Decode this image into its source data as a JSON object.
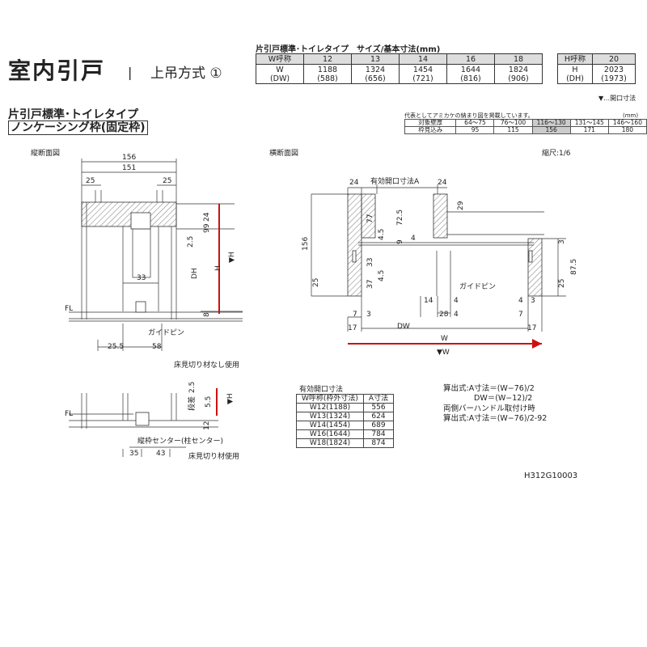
{
  "header": {
    "title": "室内引戸",
    "separator": "|",
    "subtitle": "上吊方式 ①",
    "spec_title": "片引戸標準･トイレタイプ　サイズ/基本寸法(mm)"
  },
  "size_table": {
    "w_header": "W呼称",
    "w_codes": [
      "12",
      "13",
      "14",
      "16",
      "18"
    ],
    "w_label": "W\n(DW)",
    "w_values": [
      "1188\n(588)",
      "1324\n(656)",
      "1454\n(721)",
      "1644\n(816)",
      "1824\n(906)"
    ],
    "h_header": "H呼称",
    "h_code": "20",
    "h_label": "H\n(DH)",
    "h_value": "2023\n(1973)"
  },
  "product": {
    "type": "片引戸標準･トイレタイプ",
    "frame": "ノンケーシング枠(固定枠)"
  },
  "notes": {
    "opening_note": "▼…開口寸法",
    "wall_note": "代表としてアミカケの納まり図を掲載しています。",
    "unit": "(mm)",
    "scale": "縮尺:1/6",
    "code": "H312G10003"
  },
  "wall_table": {
    "row1_label": "対象壁厚",
    "row1": [
      "64～75",
      "76～100",
      "116～130",
      "131～145",
      "146～160"
    ],
    "row2_label": "枠見込み",
    "row2": [
      "95",
      "115",
      "156",
      "171",
      "180"
    ],
    "highlight_index": 2
  },
  "section_labels": {
    "vertical": "縦断面図",
    "horizontal": "横断面図",
    "no_floor_trim": "床見切り材なし使用",
    "with_floor_trim": "床見切り材使用",
    "guide_pin": "ガイドピン",
    "fl": "FL",
    "frame_center": "縦枠センター(柱センター)",
    "step": "段差",
    "effective_a": "有効開口寸法A"
  },
  "dims": {
    "v156": "156",
    "v151": "151",
    "v25a": "25",
    "v25b": "25",
    "v24": "24",
    "v99": "99",
    "v2_5": "2.5",
    "vH": "H",
    "vDH": "DH",
    "vH_open": "▼H",
    "v33": "33",
    "v8": "8",
    "v25_5": "25.5",
    "v58": "58",
    "h24a": "24",
    "h24b": "24",
    "h156": "156",
    "h77": "77",
    "h72_5": "72.5",
    "h4_5a": "4.5",
    "h9": "9",
    "h4": "4",
    "h33": "33",
    "h37": "37",
    "h4_5b": "4.5",
    "h25a": "25",
    "h29": "29",
    "h3a": "3",
    "h87_5": "87.5",
    "h25b": "25",
    "h7a": "7",
    "h3b": "3",
    "h17a": "17",
    "h14": "14",
    "h4b": "4",
    "h28": "28",
    "h4c": "4",
    "h4d": "4",
    "h3c": "3",
    "h7b": "7",
    "h17b": "17",
    "hDW": "DW",
    "hW": "W",
    "hW_open": "▼W",
    "b2_5": "2.5",
    "b5_5": "5.5",
    "bH": "▼H",
    "b12": "12",
    "b35": "35",
    "b43": "43"
  },
  "effective_opening": {
    "title": "有効開口寸法",
    "headers": [
      "W呼称(枠外寸法)",
      "A寸法"
    ],
    "rows": [
      [
        "W12(1188)",
        "556"
      ],
      [
        "W13(1324)",
        "624"
      ],
      [
        "W14(1454)",
        "689"
      ],
      [
        "W16(1644)",
        "784"
      ],
      [
        "W18(1824)",
        "874"
      ]
    ]
  },
  "formulas": {
    "f1": "算出式:A寸法＝(W−76)/2",
    "f2": "DW＝(W−12)/2",
    "f3": "両側バーハンドル取付け時",
    "f4": "算出式:A寸法＝(W−76)/2-92"
  },
  "colors": {
    "accent": "#cc1111",
    "hatch": "#555555",
    "highlight": "#cccccc"
  }
}
